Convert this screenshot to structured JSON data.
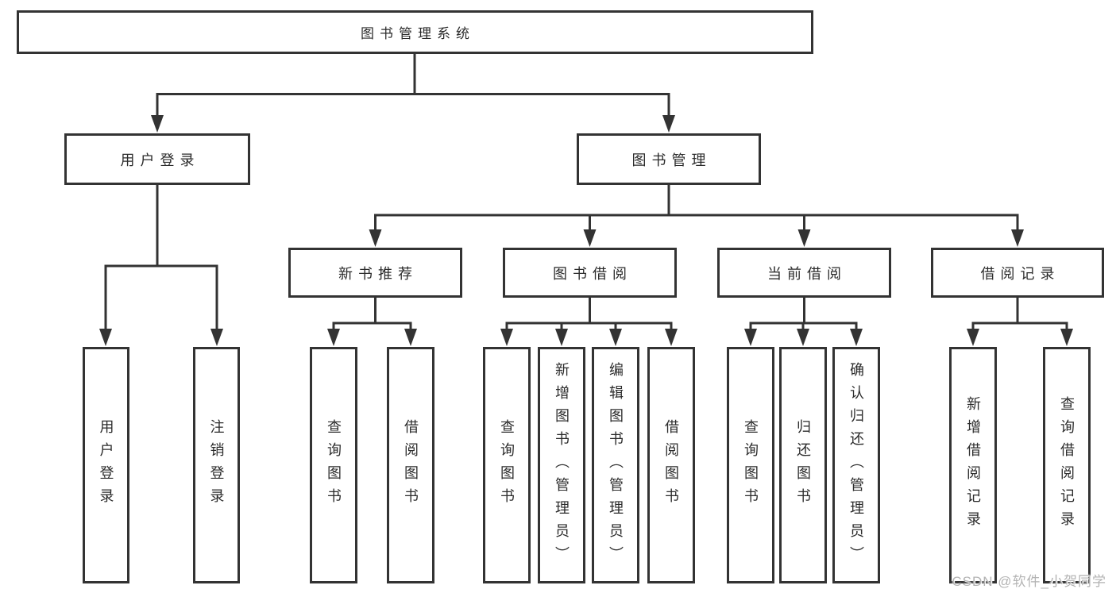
{
  "diagram_title": "图书管理系统",
  "tree": {
    "root": {
      "label": "图书管理系统",
      "children": [
        {
          "label": "用户登录",
          "children": [
            {
              "label": "用户登录"
            },
            {
              "label": "注销登录"
            }
          ]
        },
        {
          "label": "图书管理",
          "children": [
            {
              "label": "新书推荐",
              "children": [
                {
                  "label": "查询图书"
                },
                {
                  "label": "借阅图书"
                }
              ]
            },
            {
              "label": "图书借阅",
              "children": [
                {
                  "label": "查询图书"
                },
                {
                  "label": "新增图书（管理员）"
                },
                {
                  "label": "编辑图书（管理员）"
                },
                {
                  "label": "借阅图书"
                }
              ]
            },
            {
              "label": "当前借阅",
              "children": [
                {
                  "label": "查询图书"
                },
                {
                  "label": "归还图书"
                },
                {
                  "label": "确认归还（管理员）"
                }
              ]
            },
            {
              "label": "借阅记录",
              "children": [
                {
                  "label": "新增借阅记录"
                },
                {
                  "label": "查询借阅记录"
                }
              ]
            }
          ]
        }
      ]
    }
  },
  "watermark": "CSDN @软件_小贺同学",
  "colors": {
    "line": "#333333",
    "box_border": "#333333",
    "text": "#2b2b2b",
    "background": "#ffffff",
    "watermark": "#b3b3b3"
  }
}
